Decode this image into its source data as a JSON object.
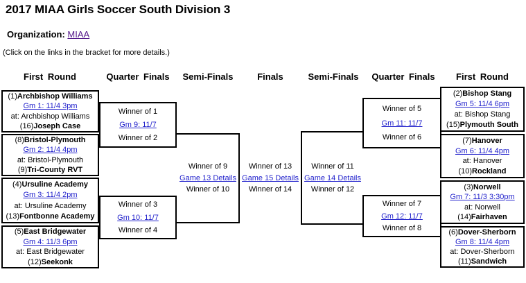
{
  "page": {
    "title": "2017 MIAA Girls Soccer South Division 3",
    "organization_label": "Organization:",
    "organization_link_text": "MIAA",
    "instructions_note": "(Click on the links in the bracket for more details.)"
  },
  "colors": {
    "game_link_blue": "#2222CC",
    "visited_link_purple": "#551A8B",
    "bracket_line": "#000000"
  },
  "columns": [
    "First Round",
    "Quarter Finals",
    "Semi-Finals",
    "Finals",
    "Semi-Finals",
    "Quarter Finals",
    "First Round"
  ],
  "bracket": {
    "first_round_left": [
      {
        "top_seed": "(1)",
        "top_team": "Archbishop Williams",
        "game_link": "Gm 1: 11/4 3pm",
        "location": "at: Archbishop Williams",
        "bottom_seed": "(16)",
        "bottom_team": "Joseph Case"
      },
      {
        "top_seed": "(8)",
        "top_team": "Bristol-Plymouth",
        "game_link": "Gm 2: 11/4 4pm",
        "location": "at: Bristol-Plymouth",
        "bottom_seed": "(9)",
        "bottom_team": "Tri-County RVT"
      },
      {
        "top_seed": "(4)",
        "top_team": "Ursuline Academy",
        "game_link": "Gm 3: 11/4 2pm",
        "location": "at: Ursuline Academy",
        "bottom_seed": "(13)",
        "bottom_team": "Fontbonne Academy"
      },
      {
        "top_seed": "(5)",
        "top_team": "East Bridgewater",
        "game_link": "Gm 4: 11/3 6pm",
        "location": "at: East Bridgewater",
        "bottom_seed": "(12)",
        "bottom_team": "Seekonk"
      }
    ],
    "quarter_finals_left": [
      {
        "top": "Winner of 1",
        "game_link": "Gm 9: 11/7",
        "bottom": "Winner of 2"
      },
      {
        "top": "Winner of 3",
        "game_link": "Gm 10: 11/7",
        "bottom": "Winner of 4"
      }
    ],
    "semi_final_left": {
      "top": "Winner of 9",
      "game_link": "Game 13 Details",
      "bottom": "Winner of 10"
    },
    "final": {
      "top": "Winner of 13",
      "game_link": "Game 15 Details",
      "bottom": "Winner of 14"
    },
    "semi_final_right": {
      "top": "Winner of 11",
      "game_link": "Game 14 Details",
      "bottom": "Winner of 12"
    },
    "quarter_finals_right": [
      {
        "top": "Winner of 5",
        "game_link": "Gm 11: 11/7",
        "bottom": "Winner of 6"
      },
      {
        "top": "Winner of 7",
        "game_link": "Gm 12: 11/7",
        "bottom": "Winner of 8"
      }
    ],
    "first_round_right": [
      {
        "top_seed": "(2)",
        "top_team": "Bishop Stang",
        "game_link": "Gm 5: 11/4 6pm",
        "location": "at: Bishop Stang",
        "bottom_seed": "(15)",
        "bottom_team": "Plymouth South"
      },
      {
        "top_seed": "(7)",
        "top_team": "Hanover",
        "game_link": "Gm 6: 11/4 4pm",
        "location": "at: Hanover",
        "bottom_seed": "(10)",
        "bottom_team": "Rockland"
      },
      {
        "top_seed": "(3)",
        "top_team": "Norwell",
        "game_link": "Gm 7: 11/3 3:30pm",
        "location": "at: Norwell",
        "bottom_seed": "(14)",
        "bottom_team": "Fairhaven"
      },
      {
        "top_seed": "(6)",
        "top_team": "Dover-Sherborn",
        "game_link": "Gm 8: 11/4 4pm",
        "location": "at: Dover-Sherborn",
        "bottom_seed": "(11)",
        "bottom_team": "Sandwich"
      }
    ]
  }
}
